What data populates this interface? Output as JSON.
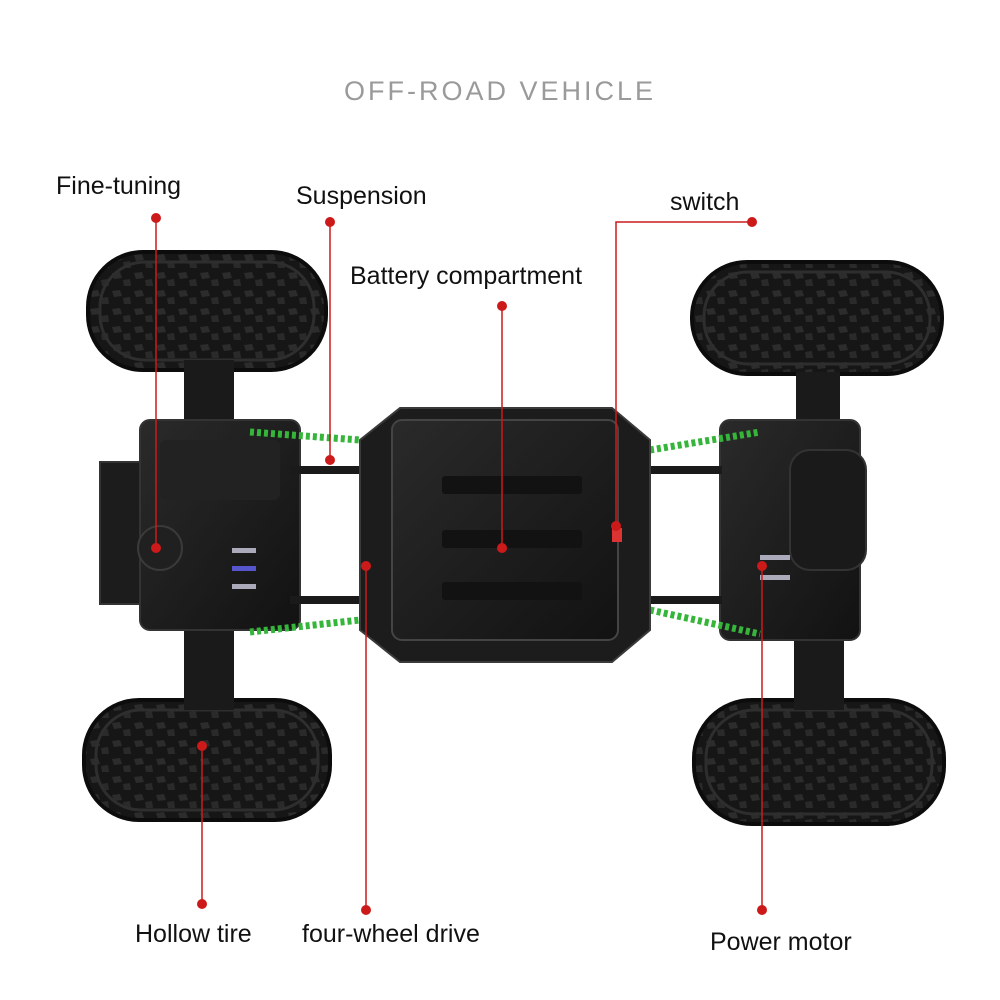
{
  "title": "OFF-ROAD VEHICLE",
  "callouts": {
    "fine_tuning": "Fine-tuning",
    "suspension": "Suspension",
    "switch": "switch",
    "battery": "Battery compartment",
    "hollow_tire": "Hollow tire",
    "four_wheel_drive": "four-wheel drive",
    "power_motor": "Power motor"
  },
  "colors": {
    "callout_red": "#cc1a1a",
    "body_black": "#1b1b1b",
    "tire_black": "#141414",
    "spring_green": "#35b53a",
    "title_gray": "#9a9a9a"
  }
}
